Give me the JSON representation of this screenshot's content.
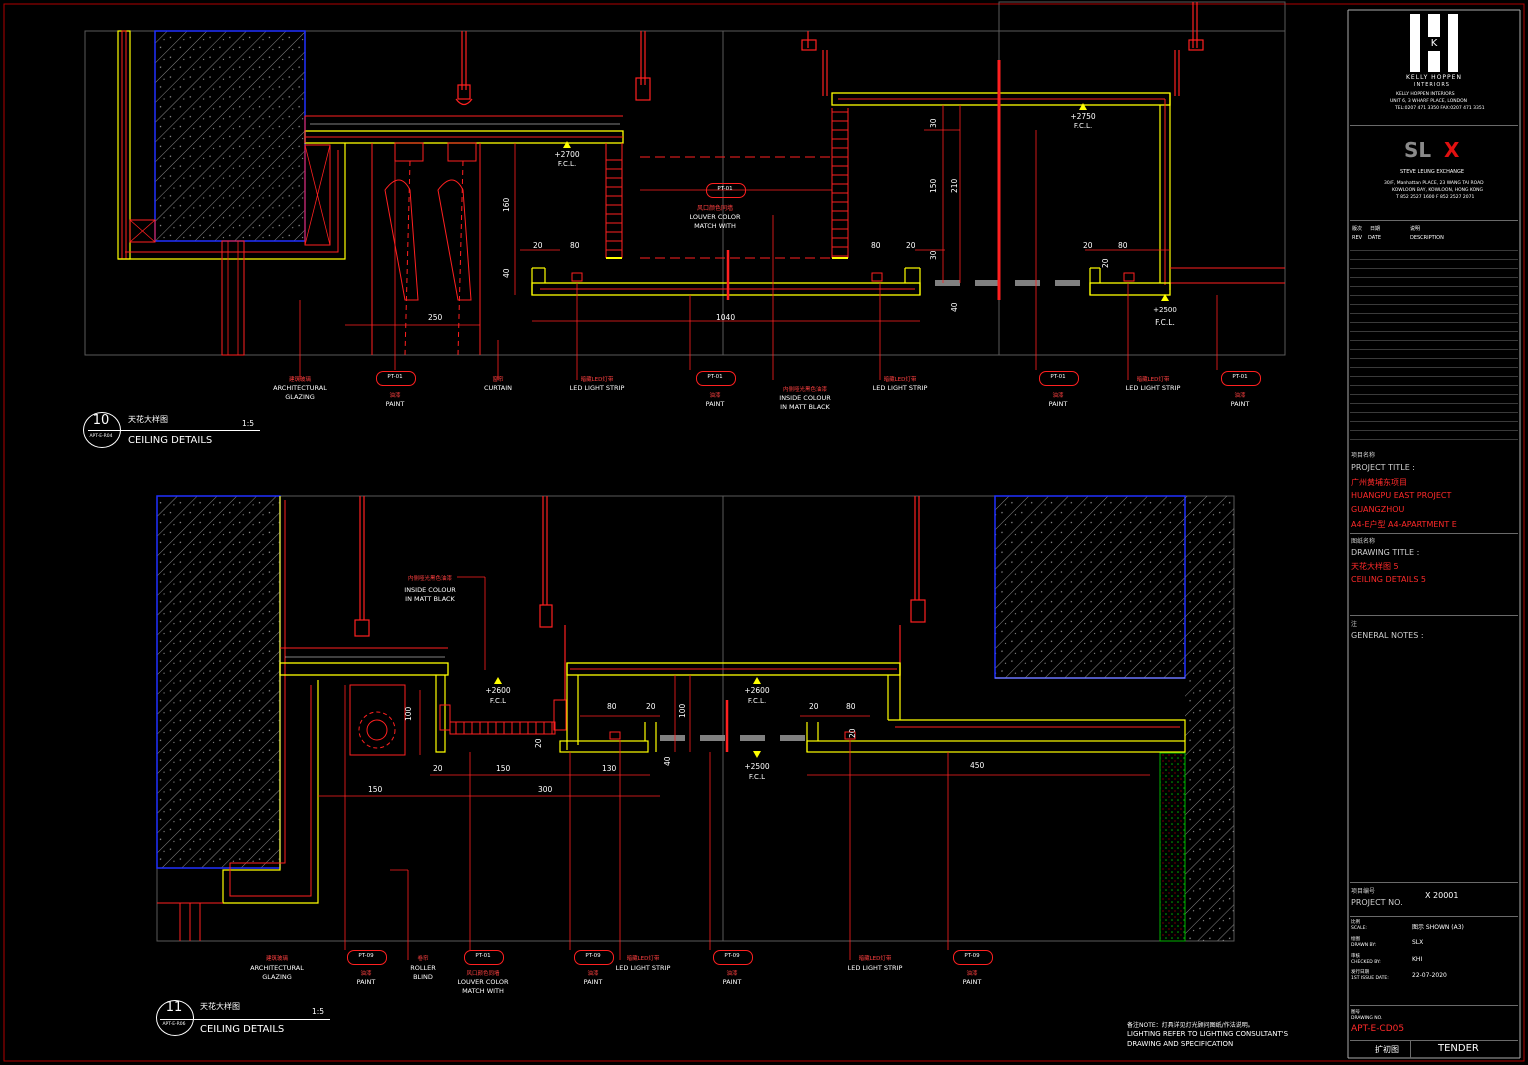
{
  "detail10": {
    "number": "10",
    "ref": "APT-E-R04",
    "title_cn": "天花大样图",
    "scale": "1:5",
    "title_en": "CEILING DETAILS",
    "levels": [
      {
        "text": "+2700",
        "sub": "F.C.L."
      },
      {
        "text": "+2750",
        "sub": "F.C.L."
      },
      {
        "text": "F.C.L.",
        "sub": "+2500"
      }
    ],
    "center_label": {
      "tag": "PT-01",
      "cn": "风口颜色同墙",
      "l1": "LOUVER COLOR",
      "l2": "MATCH WITH"
    },
    "dims": [
      "20",
      "80",
      "40",
      "160",
      "30",
      "150",
      "210",
      "30",
      "40",
      "80",
      "20",
      "20",
      "80",
      "20",
      "250",
      "1040"
    ],
    "callouts": [
      {
        "cn": "建筑玻璃",
        "l1": "ARCHITECTURAL",
        "l2": "GLAZING"
      },
      {
        "tag": "PT-01",
        "cn": "油漆",
        "l1": "PAINT"
      },
      {
        "cn": "窗帘",
        "l1": "CURTAIN"
      },
      {
        "cn": "暗藏LED灯带",
        "l1": "LED LIGHT STRIP"
      },
      {
        "tag": "PT-01",
        "cn": "油漆",
        "l1": "PAINT"
      },
      {
        "cn": "内侧哑光黑色油漆",
        "l1": "INSIDE COLOUR",
        "l2": "IN MATT BLACK"
      },
      {
        "cn": "暗藏LED灯带",
        "l1": "LED LIGHT STRIP"
      },
      {
        "tag": "PT-01",
        "cn": "油漆",
        "l1": "PAINT"
      },
      {
        "cn": "暗藏LED灯带",
        "l1": "LED LIGHT STRIP"
      },
      {
        "tag": "PT-01",
        "cn": "油漆",
        "l1": "PAINT"
      }
    ]
  },
  "detail11": {
    "number": "11",
    "ref": "APT-E-R06",
    "title_cn": "天花大样图",
    "scale": "1:5",
    "title_en": "CEILING DETAILS",
    "levels": [
      {
        "text": "+2600",
        "sub": "F.C.L"
      },
      {
        "text": "+2600",
        "sub": "F.C.L."
      },
      {
        "text": "+2500",
        "sub": "F.C.L"
      }
    ],
    "top_note": {
      "cn": "内侧哑光黑色油漆",
      "l1": "INSIDE COLOUR",
      "l2": "IN MATT BLACK"
    },
    "dims": [
      "100",
      "20",
      "80",
      "20",
      "100",
      "40",
      "20",
      "20",
      "80",
      "20",
      "150",
      "130",
      "40",
      "300",
      "150",
      "450",
      "20"
    ],
    "callouts": [
      {
        "cn": "建筑玻璃",
        "l1": "ARCHITECTURAL",
        "l2": "GLAZING"
      },
      {
        "tag": "PT-09",
        "cn": "油漆",
        "l1": "PAINT"
      },
      {
        "cn": "卷帘",
        "l1": "ROLLER",
        "l2": "BLIND"
      },
      {
        "tag": "PT-01",
        "cn": "风口颜色同墙",
        "l1": "LOUVER COLOR",
        "l2": "MATCH WITH"
      },
      {
        "tag": "PT-09",
        "cn": "油漆",
        "l1": "PAINT"
      },
      {
        "cn": "暗藏LED灯带",
        "l1": "LED LIGHT STRIP"
      },
      {
        "tag": "PT-09",
        "cn": "油漆",
        "l1": "PAINT"
      },
      {
        "cn": "暗藏LED灯带",
        "l1": "LED LIGHT STRIP"
      },
      {
        "tag": "PT-09",
        "cn": "油漆",
        "l1": "PAINT"
      }
    ]
  },
  "lighting_note": {
    "cn": "备注NOTE：灯具详见灯光顾问图纸/作法说明。",
    "l1": "LIGHTING REFER TO LIGHTING CONSULTANT'S",
    "l2": "DRAWING AND SPECIFICATION"
  },
  "title_block": {
    "logo_letters": "K",
    "logo_name": "KELLY HOPPEN",
    "logo_sub": "INTERIORS",
    "kh_address1": "KELLY HOPPEN INTERIORS",
    "kh_address2": "UNIT 6, 3 WHARF PLACE, LONDON",
    "kh_address3": "TEL:0207 471 3350   FAX:0207 471 3351",
    "slx_logo": "SL",
    "slx_x": "X",
    "slx_name": "STEVE LEUNG EXCHANGE",
    "slx_address1": "30/F, Manhattan PLACE, 23 WANG TAI ROAD",
    "slx_address2": "KOWLOON BAY, KOWLOON, HONG KONG",
    "slx_address3": "T 852 2527 1600  F 852 2527 2071",
    "rev_cn1": "版次",
    "rev_cn2": "日期",
    "rev_cn3": "说明",
    "rev_label": "REV",
    "date_label": "DATE",
    "desc_label": "DESCRIPTION",
    "project_title_cn": "项目名称",
    "project_title_label": "PROJECT TITLE :",
    "project_lines": [
      "广州黄埔东项目",
      "HUANGPU EAST PROJECT",
      "GUANGZHOU",
      "A4-E户型 A4-APARTMENT E"
    ],
    "drawing_title_cn": "图纸名称",
    "drawing_title_label": "DRAWING  TITLE :",
    "drawing_lines": [
      "天花大样图 5",
      "CEILING DETAILS 5"
    ],
    "notes_cn": "注",
    "notes_label": "GENERAL NOTES :",
    "project_no_cn": "项目编号",
    "project_no_label": "PROJECT NO.",
    "project_no": "X 20001",
    "scale_cn": "比例",
    "scale_label": "SCALE:",
    "scale_value": "图示 SHOWN (A3)",
    "drawn_cn": "绘图",
    "drawn_label": "DRAWN BY:",
    "drawn_value": "SLX",
    "checked_cn": "审核",
    "checked_label": "CHECKED BY:",
    "checked_value": "KHI",
    "issue_cn": "发行日期",
    "issue_label": "1ST ISSUE DATE:",
    "issue_value": "22-07-2020",
    "drawing_no_cn": "图号",
    "drawing_no_label": "DRAWING NO.",
    "drawing_no": "APT-E-CD05",
    "stage_cn": "扩初图",
    "stage": "TENDER"
  },
  "colors": {
    "red": "#ff2020",
    "yellow": "#ffff00",
    "blue": "#2030ff",
    "gray": "#808080",
    "green": "#00c000",
    "white": "#ffffff"
  }
}
